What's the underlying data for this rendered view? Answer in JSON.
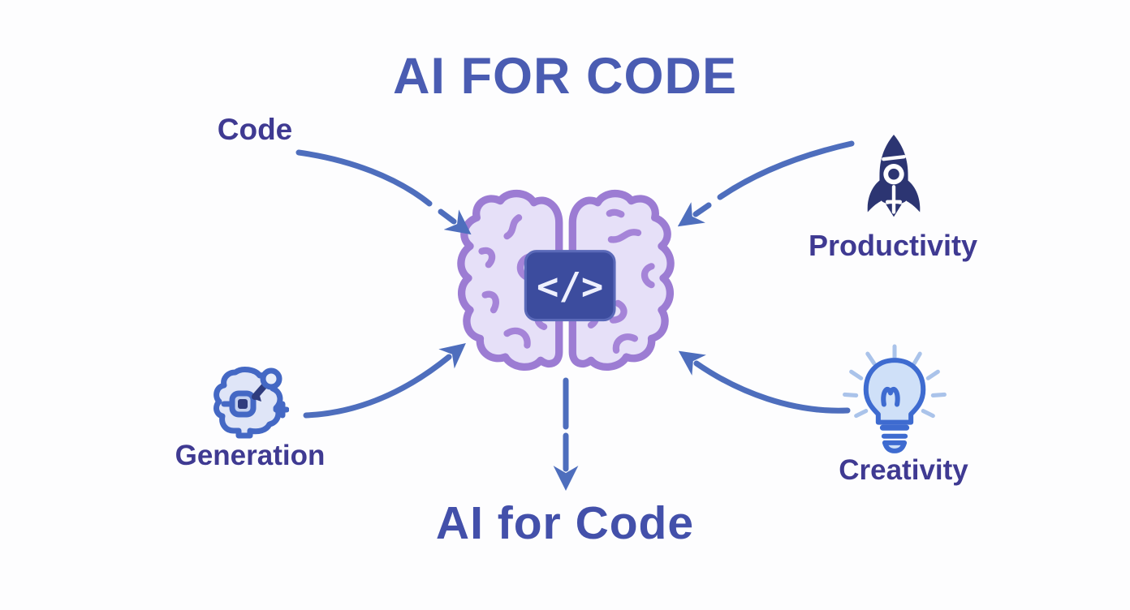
{
  "colors": {
    "background": "#fdfdfe",
    "title": "#4a5cb2",
    "label": "#3f3a92",
    "result": "#4350aa",
    "arrow": "#4e6ebd",
    "brain_stroke": "#9c7cd3",
    "brain_fill": "#e6e0f8",
    "brain_detail": "#a584d8",
    "code_block_fill": "#3c4c9e",
    "code_block_edge": "#5a69b8",
    "code_block_text": "#eef0fe",
    "rocket": "#2c3572",
    "gen_stroke": "#4468c4",
    "gen_fill": "#dfe5f7",
    "gen_inner": "#c3d0ef",
    "gen_dark": "#2f3c7e",
    "bulb_stroke": "#3e6bd0",
    "bulb_fill": "#cfe0f8",
    "ray_light": "#aac3ea"
  },
  "diagram": {
    "title": "AI FOR CODE",
    "center": {
      "icon": "brain-icon",
      "code_symbol": "</>"
    },
    "nodes": [
      {
        "id": "code",
        "label": "Code"
      },
      {
        "id": "productivity",
        "label": "Productivity",
        "icon": "rocket-icon"
      },
      {
        "id": "generation",
        "label": "Generation",
        "icon": "ai-generation-icon"
      },
      {
        "id": "creativity",
        "label": "Creativity",
        "icon": "lightbulb-icon"
      }
    ],
    "result": {
      "label": "AI for Code"
    }
  }
}
